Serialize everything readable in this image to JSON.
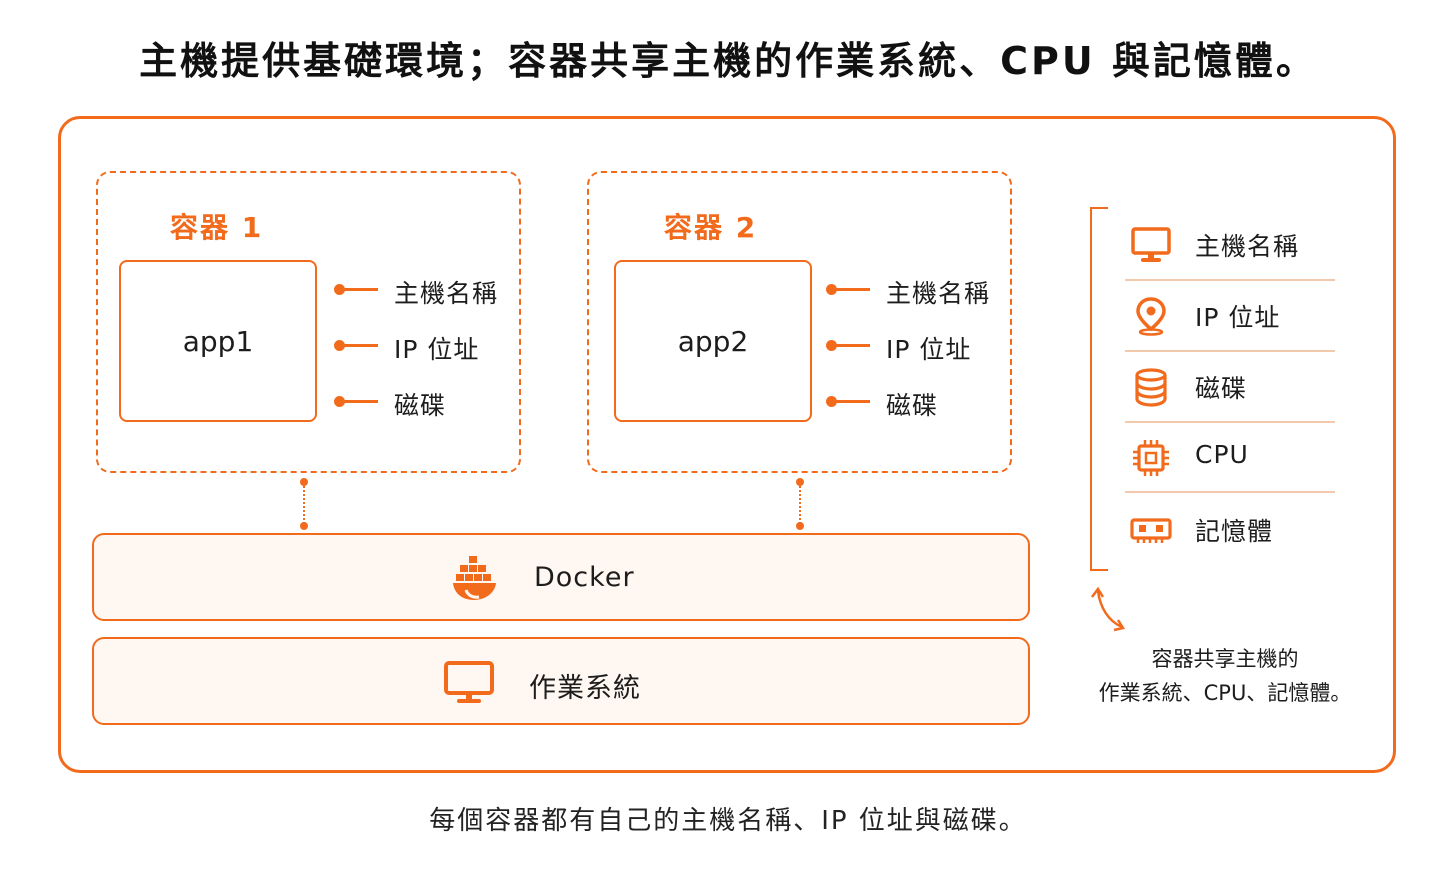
{
  "title": "主機提供基礎環境；容器共享主機的作業系統、CPU 與記憶體。",
  "footer": "每個容器都有自己的主機名稱、IP 位址與磁碟。",
  "containers": [
    {
      "label": "容器 1",
      "app": "app1",
      "attrs": [
        "主機名稱",
        "IP 位址",
        "磁碟"
      ]
    },
    {
      "label": "容器 2",
      "app": "app2",
      "attrs": [
        "主機名稱",
        "IP 位址",
        "磁碟"
      ]
    }
  ],
  "layers": {
    "docker": "Docker",
    "os": "作業系統"
  },
  "resources": [
    {
      "icon": "monitor-icon",
      "label": "主機名稱"
    },
    {
      "icon": "location-pin-icon",
      "label": "IP 位址"
    },
    {
      "icon": "disk-icon",
      "label": "磁碟"
    },
    {
      "icon": "cpu-icon",
      "label": "CPU"
    },
    {
      "icon": "memory-icon",
      "label": "記憶體"
    }
  ],
  "note": {
    "line1": "容器共享主機的",
    "line2": "作業系統、CPU、記憶體。"
  },
  "colors": {
    "accent": "#f26b1d",
    "layer_fill": "#fff7f1",
    "divider": "#f3c9ad"
  }
}
